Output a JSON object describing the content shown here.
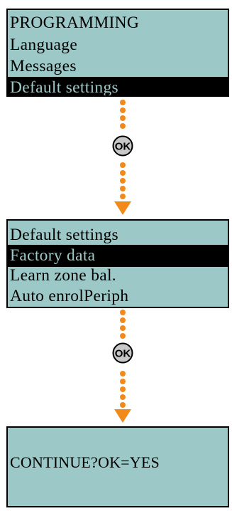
{
  "colors": {
    "lcd_background": "#9cc9c7",
    "lcd_text": "#000000",
    "selection_background": "#000000",
    "arrow": "#f28a1a",
    "button_fill": "#c8c8c8"
  },
  "screen1": {
    "rows": [
      "PROGRAMMING",
      "Language",
      "Messages",
      "Default settings"
    ],
    "selected_index": 3
  },
  "screen2": {
    "rows": [
      "Default settings",
      "Factory data",
      "Learn zone bal.",
      "Auto enrolPeriph"
    ],
    "selected_index": 1
  },
  "screen3": {
    "message": "CONTINUE?OK=YES"
  },
  "ok_button": {
    "label": "OK",
    "icon": "ok-button-icon"
  }
}
